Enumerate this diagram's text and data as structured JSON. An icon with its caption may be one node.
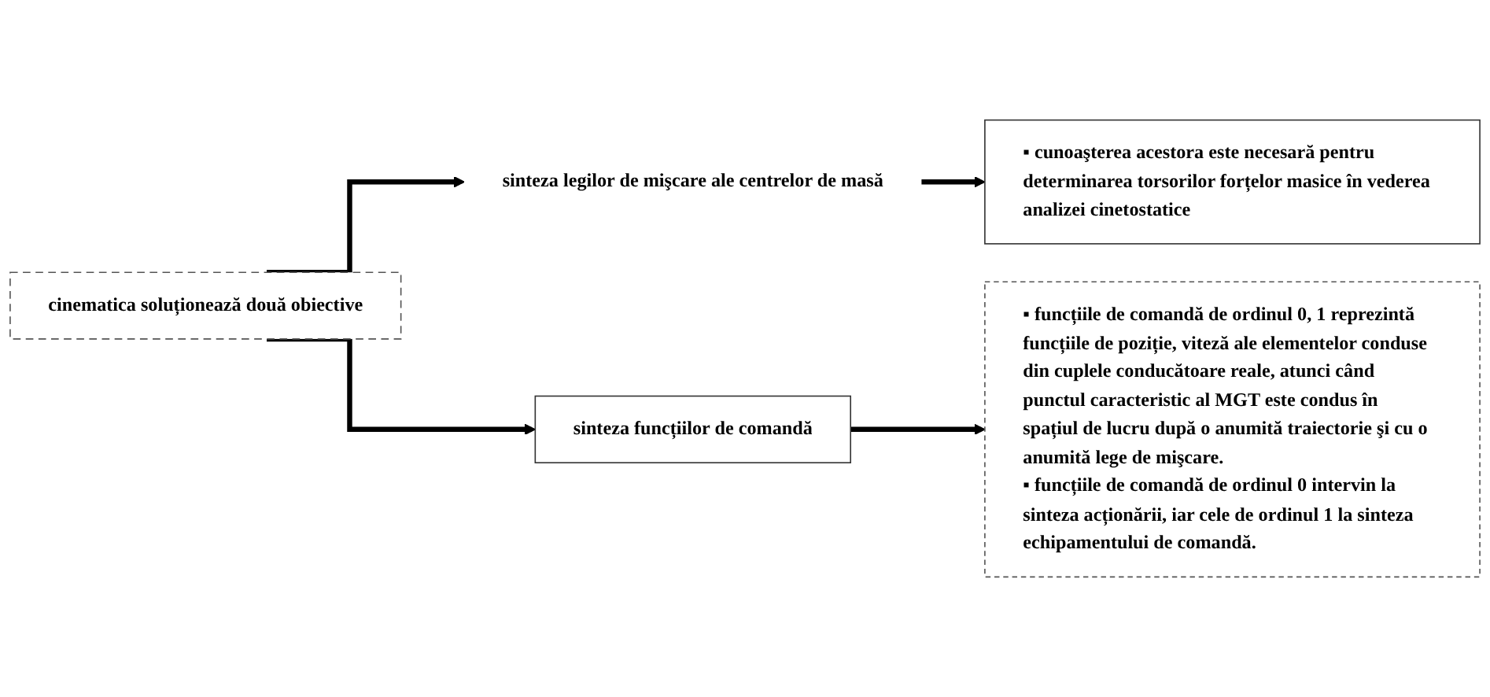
{
  "diagram": {
    "nodes": [
      {
        "text": [
          "cinematica soluționează două obiective"
        ]
      },
      {
        "text": [
          "sinteza legilor de mişcare ale centrelor de masă"
        ]
      },
      {
        "text": [
          "▪ cunoaşterea acestora este necesară pentru determinarea torsorilor forțelor masice în vederea analizei cinetostatice"
        ]
      },
      {
        "text": [
          "sinteza funcțiilor de comandă"
        ]
      },
      {
        "text": [
          "▪ funcțiile de comandă de ordinul 0, 1 reprezintă funcțiile de poziție, viteză ale elementelor conduse din cuplele conducătoare reale, atunci când punctul caracteristic al MGT este condus în spațiul de lucru după o anumită traiectorie şi cu o anumită lege de mişcare.",
          "▪ funcțiile de comandă de ordinul 0 intervin la sinteza acționării, iar cele de ordinul 1 la sinteza echipamentului de comandă."
        ]
      }
    ],
    "edges": [
      {
        "from": 0,
        "to": 1,
        "arrow": "to"
      },
      {
        "from": 0,
        "to": 3,
        "arrow": "to"
      },
      {
        "from": 1,
        "to": 2,
        "arrow": "to"
      },
      {
        "from": 3,
        "to": 4,
        "arrow": "to"
      }
    ]
  }
}
